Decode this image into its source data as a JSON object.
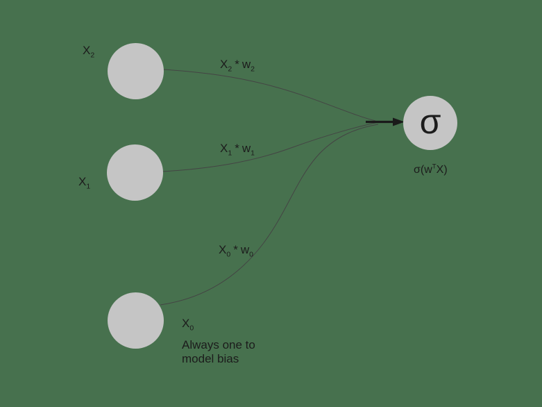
{
  "colors": {
    "background": "#47714e",
    "node_fill": "#c5c5c5",
    "text": "#1c1c1c",
    "edge_line": "#444444",
    "arrow": "#1a1a1a"
  },
  "nodes": {
    "x2": {
      "base": "X",
      "sub": "2"
    },
    "x1": {
      "base": "X",
      "sub": "1"
    },
    "x0": {
      "base": "X",
      "sub": "0"
    },
    "output": {
      "symbol": "σ"
    }
  },
  "edge_labels": {
    "e2": {
      "x_base": "X",
      "x_sub": "2",
      "op": "*",
      "w_base": "w",
      "w_sub": "2"
    },
    "e1": {
      "x_base": "X",
      "x_sub": "1",
      "op": "*",
      "w_base": "w",
      "w_sub": "1"
    },
    "e0": {
      "x_base": "X",
      "x_sub": "0",
      "op": "*",
      "w_base": "w",
      "w_sub": "0"
    }
  },
  "output_formula": {
    "pre": "σ(w",
    "sup": "T",
    "post": "X)"
  },
  "annotation": {
    "line1": "Always one to",
    "line2": "model bias"
  }
}
